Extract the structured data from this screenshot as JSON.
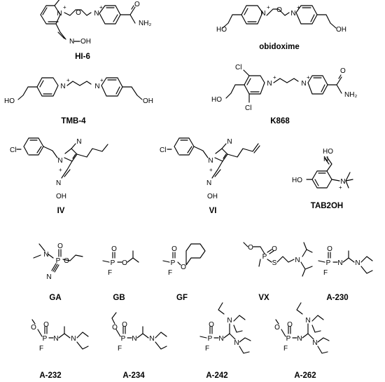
{
  "figure": {
    "atom_symbols": {
      "nitrogen": "N",
      "oxygen": "O",
      "hydroxyl": "OH",
      "hydroxyl_left": "HO",
      "amine": "NH₂",
      "phosphorus": "P",
      "fluorine": "F",
      "sulfur": "S",
      "chlorine": "Cl",
      "charge_plus": "+"
    },
    "compounds": [
      {
        "id": "hi6",
        "label": "HI-6"
      },
      {
        "id": "obidoxime",
        "label": "obidoxime"
      },
      {
        "id": "tmb4",
        "label": "TMB-4"
      },
      {
        "id": "k868",
        "label": "K868"
      },
      {
        "id": "iv",
        "label": "IV"
      },
      {
        "id": "vi",
        "label": "VI"
      },
      {
        "id": "tab2oh",
        "label": "TAB2OH"
      },
      {
        "id": "ga",
        "label": "GA"
      },
      {
        "id": "gb",
        "label": "GB"
      },
      {
        "id": "gf",
        "label": "GF"
      },
      {
        "id": "vx",
        "label": "VX"
      },
      {
        "id": "a230",
        "label": "A-230"
      },
      {
        "id": "a232",
        "label": "A-232"
      },
      {
        "id": "a234",
        "label": "A-234"
      },
      {
        "id": "a242",
        "label": "A-242"
      },
      {
        "id": "a262",
        "label": "A-262"
      }
    ]
  }
}
